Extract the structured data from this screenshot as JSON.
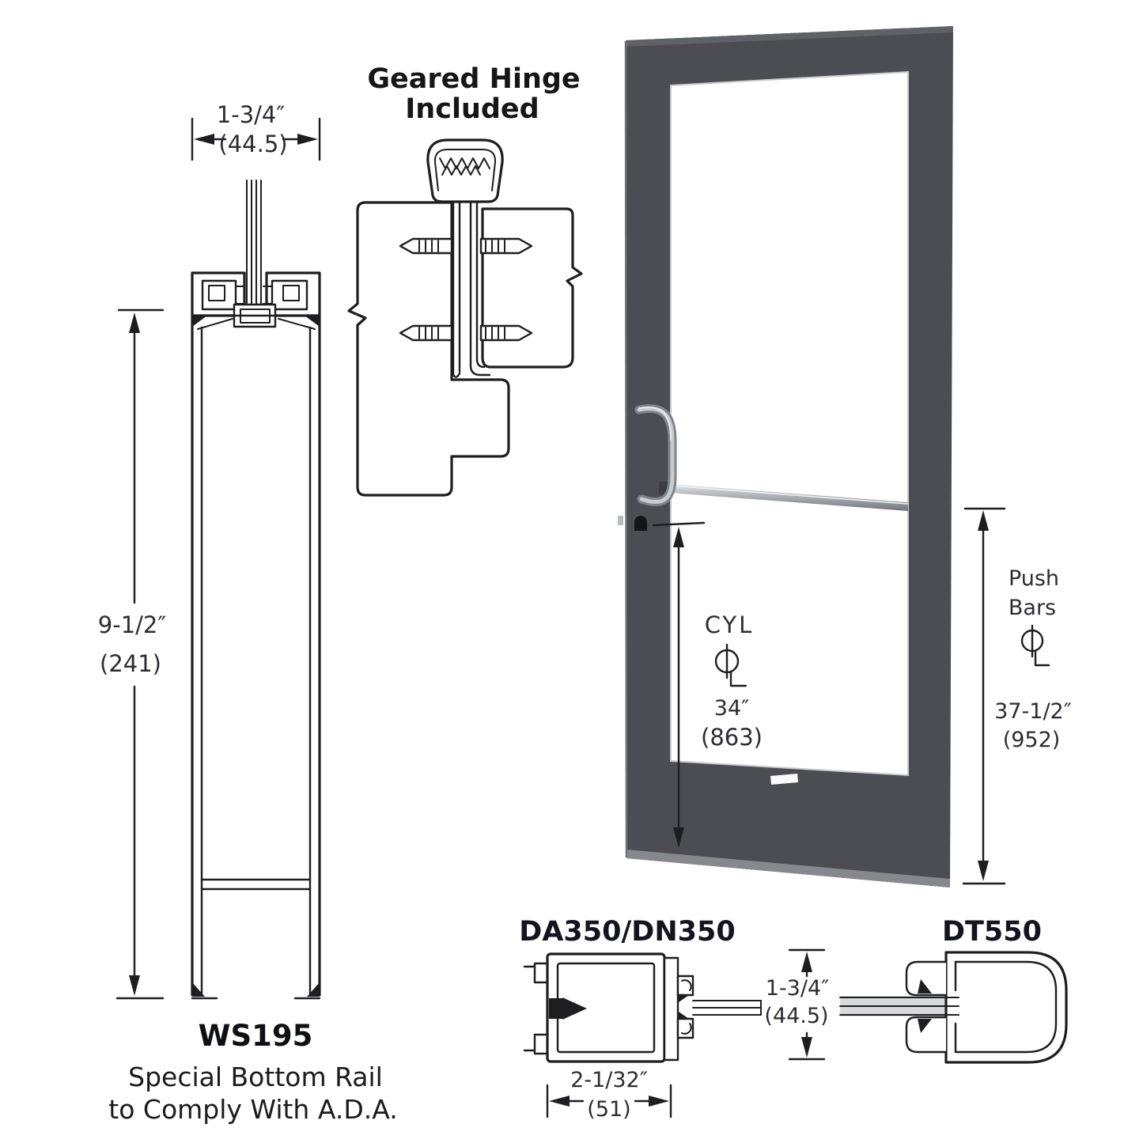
{
  "diagram": {
    "background": "#ffffff",
    "line_color": "#1e1e22",
    "door_frame_color": "#4b4d52",
    "metal_color": "#9aa0a6"
  },
  "icons": {
    "centerline": "℄",
    "dimension_arrow": "filled-triangle-arrow"
  },
  "hinge_detail": {
    "title_line1": "Geared Hinge",
    "title_line2": "Included"
  },
  "bottom_rail_detail": {
    "width_in": "1-3/4″",
    "width_mm": "(44.5)",
    "height_in": "9-1/2″",
    "height_mm": "(241)",
    "part_number": "WS195",
    "caption_line1": "Special Bottom Rail",
    "caption_line2": "to Comply With A.D.A."
  },
  "door_view": {
    "cyl_label": "CYL",
    "cyl_height_in": "34″",
    "cyl_height_mm": "(863)",
    "pushbar_label_line1": "Push",
    "pushbar_label_line2": "Bars",
    "pushbar_height_in": "37-1/2″",
    "pushbar_height_mm": "(952)"
  },
  "jamb_detail": {
    "label": "DA350/DN350",
    "width_in": "2-1/32″",
    "width_mm": "(51)",
    "depth_in": "1-3/4″",
    "depth_mm": "(44.5)"
  },
  "stile_detail": {
    "label": "DT550"
  }
}
